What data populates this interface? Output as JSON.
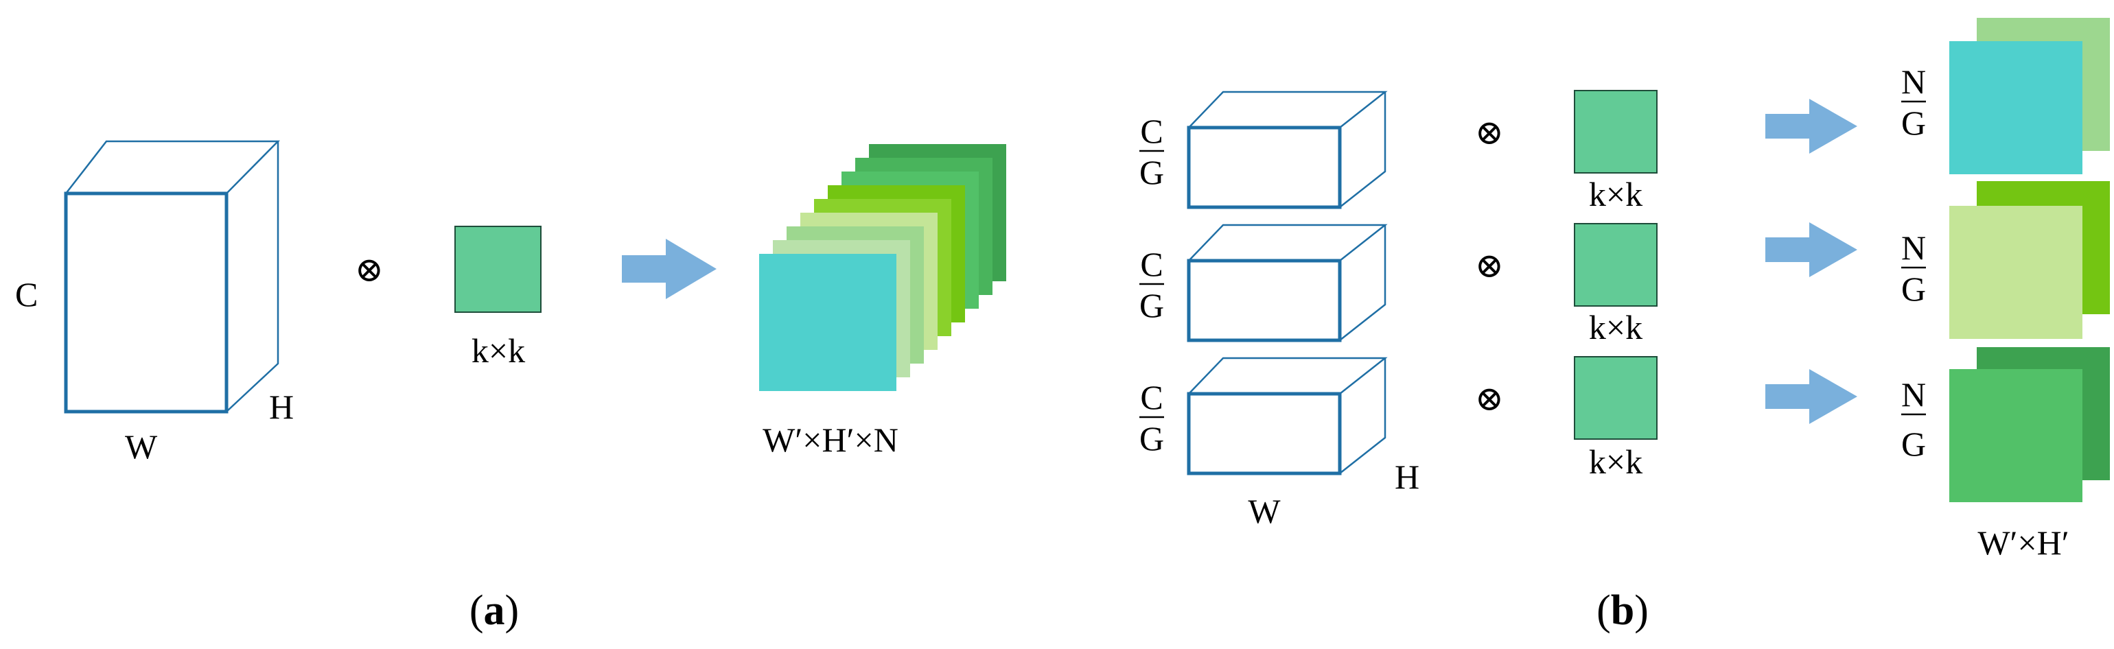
{
  "panel_a": {
    "input": {
      "channel_label": "C",
      "width_label": "W",
      "height_label": "H"
    },
    "operator": "⊗",
    "kernel_label": "k×k",
    "output_label": "W′×H′×N",
    "caption_open": "(",
    "caption_letter": "a",
    "caption_close": ")"
  },
  "panel_b": {
    "groups": [
      {
        "channel_num": "C",
        "channel_den": "G",
        "operator": "⊗",
        "kernel_label": "k×k",
        "out_num": "N",
        "out_den": "G"
      },
      {
        "channel_num": "C",
        "channel_den": "G",
        "operator": "⊗",
        "kernel_label": "k×k",
        "out_num": "N",
        "out_den": "G"
      },
      {
        "channel_num": "C",
        "channel_den": "G",
        "operator": "⊗",
        "kernel_label": "k×k",
        "out_num": "N",
        "out_den": "G"
      }
    ],
    "width_label": "W",
    "height_label": "H",
    "output_label": "W′×H′",
    "caption_open": "(",
    "caption_letter": "b",
    "caption_close": ")"
  },
  "colors": {
    "cube_stroke": "#1f6fa5",
    "kernel_fill": "#62cb96",
    "arrow": "#7ab0dc",
    "map_cyan": "#4fd0cd",
    "map_light_green": "#c4e597",
    "map_mid_green": "#9dd78f",
    "map_lime": "#74c512",
    "map_green": "#52c168",
    "map_dark_green": "#3da250"
  }
}
